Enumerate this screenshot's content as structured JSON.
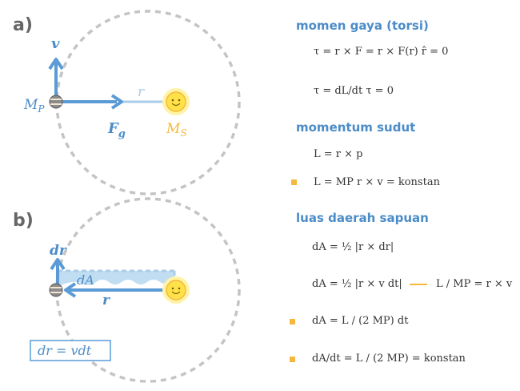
{
  "panel_a": {
    "label": "a)",
    "v_label": "v",
    "r_label": "r",
    "mp_label": "M",
    "mp_sub": "P",
    "ms_label": "M",
    "ms_sub": "S",
    "fg_label": "F",
    "fg_sub": "g"
  },
  "panel_b": {
    "label": "b)",
    "dr_label": "dr",
    "da_label": "dA",
    "r_label": "r",
    "box_label": "dr = vdt"
  },
  "sections": {
    "torque_heading": "momen gaya (torsi)",
    "torque_eq1": "τ = r × F = r × F(r) r̂ = 0",
    "torque_eq2": "τ = dL/dt  τ = 0",
    "angular_heading": "momentum sudut",
    "angular_eq1": "L = r × p",
    "angular_eq2": "L = MP r × v = konstan",
    "area_heading": "luas daerah sapuan",
    "area_eq1": "dA = ½ |r × dr|",
    "area_eq2": "dA = ½ |r × v dt|",
    "area_eq2_side": "L / MP = r × v",
    "area_eq3": "dA = L / (2 MP) dt",
    "area_eq4": "dA/dt = L / (2 MP) = konstan"
  },
  "colors": {
    "blue": "#5b9bd5",
    "light_blue": "#a9cce9",
    "orange": "#f5b83d",
    "sun_yellow": "#ffe24a",
    "grey_dash": "#c4c4c4",
    "heading_blue": "#4b8cc8"
  },
  "icons": {
    "planet": "striped-planet",
    "sun": "smiling-sun"
  }
}
